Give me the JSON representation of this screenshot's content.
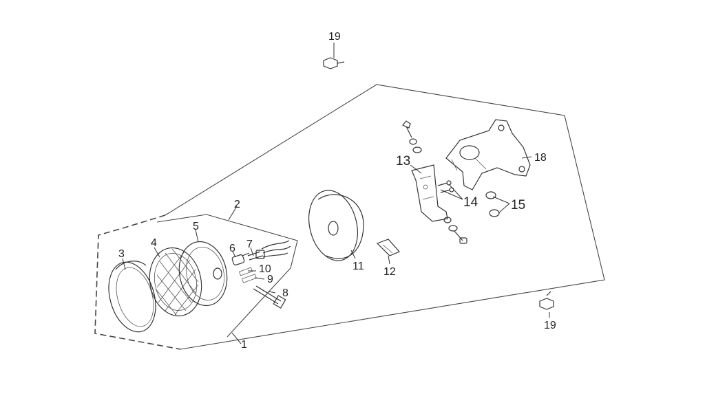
{
  "labels": {
    "p1": "1",
    "p2": "2",
    "p3": "3",
    "p4": "4",
    "p5": "5",
    "p6": "6",
    "p7": "7",
    "p8": "8",
    "p9": "9",
    "p10": "10",
    "p11": "11",
    "p12": "12",
    "p13": "13",
    "p14": "14",
    "p15": "15",
    "p18": "18",
    "p19_top": "19",
    "p19_bottom": "19"
  },
  "colors": {
    "line": "#333333",
    "background": "#ffffff"
  }
}
